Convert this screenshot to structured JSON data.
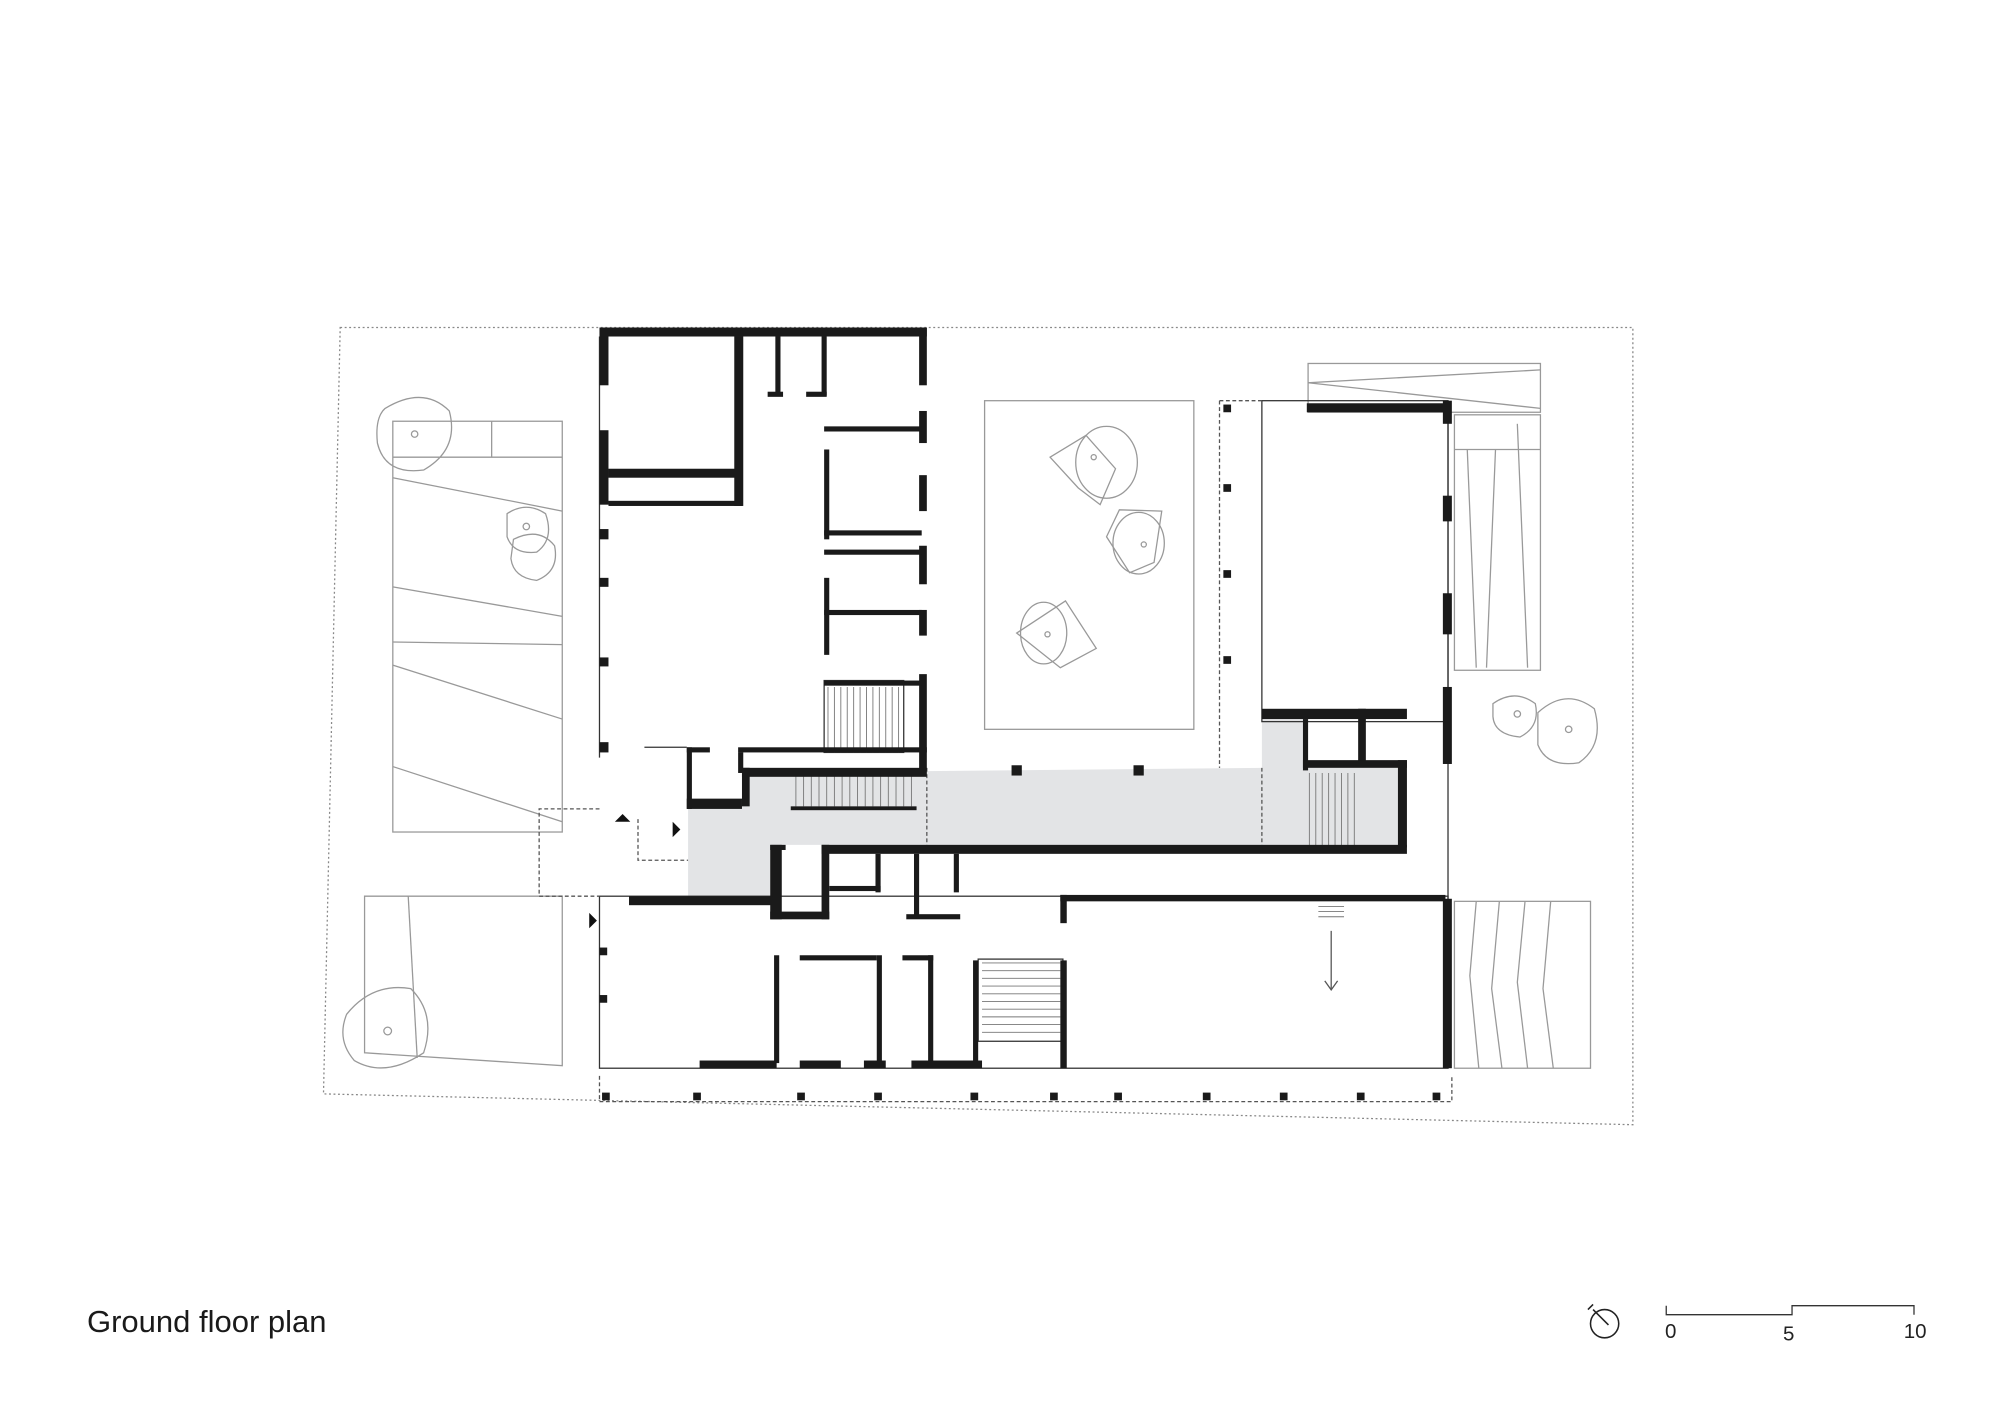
{
  "drawing": {
    "title": "Ground floor plan",
    "north_arrow": "north-arrow-icon",
    "scale_bar": {
      "labels": [
        "0",
        "5",
        "10"
      ],
      "unit_max": 10
    },
    "colors": {
      "wall": "#1a1a1a",
      "circulation": "#e3e4e6",
      "landscape": "#9a9a9a"
    }
  }
}
